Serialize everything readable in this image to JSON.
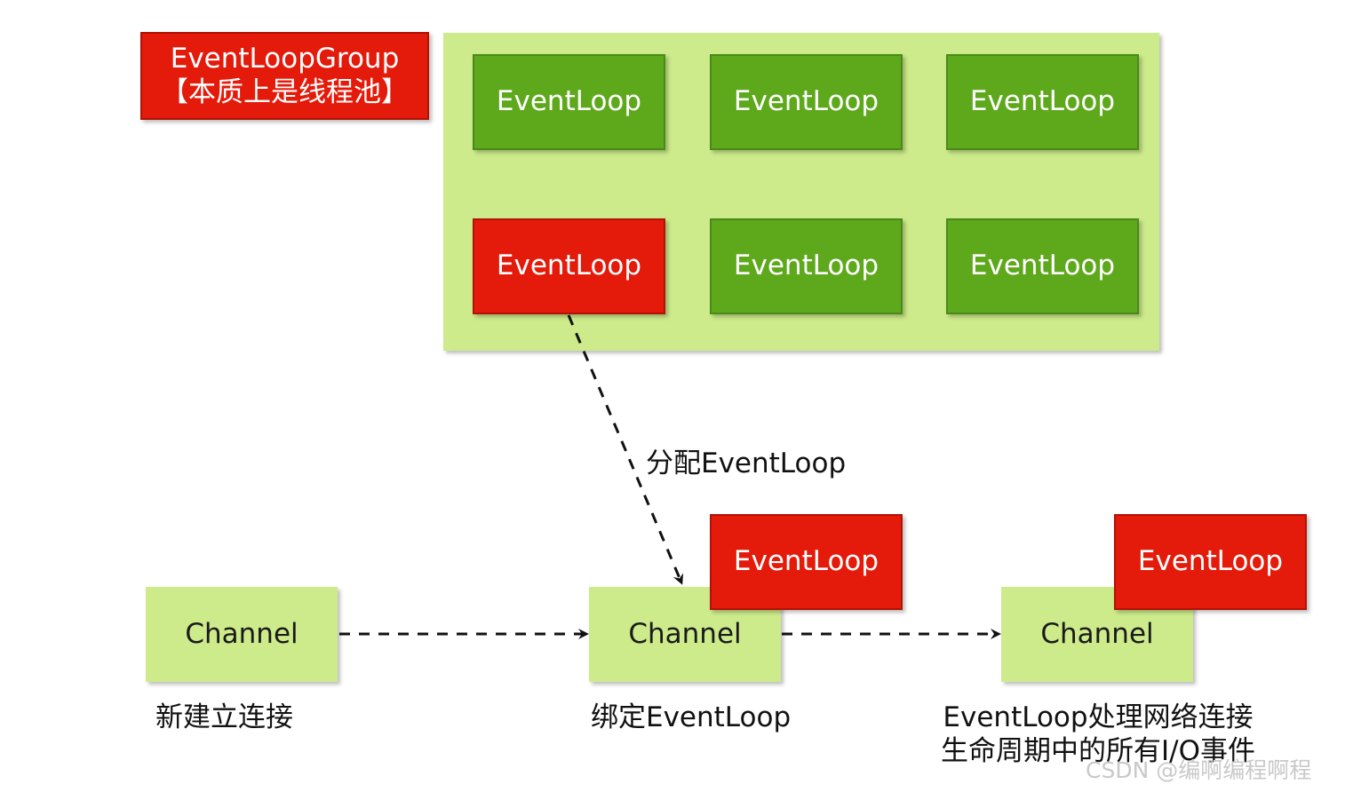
{
  "group": {
    "title_line1": "EventLoopGroup",
    "title_line2": "【本质上是线程池】",
    "loops": [
      {
        "label": "EventLoop",
        "state": "idle"
      },
      {
        "label": "EventLoop",
        "state": "idle"
      },
      {
        "label": "EventLoop",
        "state": "idle"
      },
      {
        "label": "EventLoop",
        "state": "assigned"
      },
      {
        "label": "EventLoop",
        "state": "idle"
      },
      {
        "label": "EventLoop",
        "state": "idle"
      }
    ]
  },
  "assign_label": "分配EventLoop",
  "stages": [
    {
      "channel": "Channel",
      "caption_line1": "新建立连接",
      "caption_line2": ""
    },
    {
      "channel": "Channel",
      "eventloop": "EventLoop",
      "caption_line1": "绑定EventLoop",
      "caption_line2": ""
    },
    {
      "channel": "Channel",
      "eventloop": "EventLoop",
      "caption_line1": "EventLoop处理网络连接",
      "caption_line2": "生命周期中的所有I/O事件"
    }
  ],
  "watermark": "CSDN @编啊编程啊程",
  "colors": {
    "green": "#5ea81c",
    "red": "#e41a0a",
    "light_green": "#cdeb8b"
  }
}
